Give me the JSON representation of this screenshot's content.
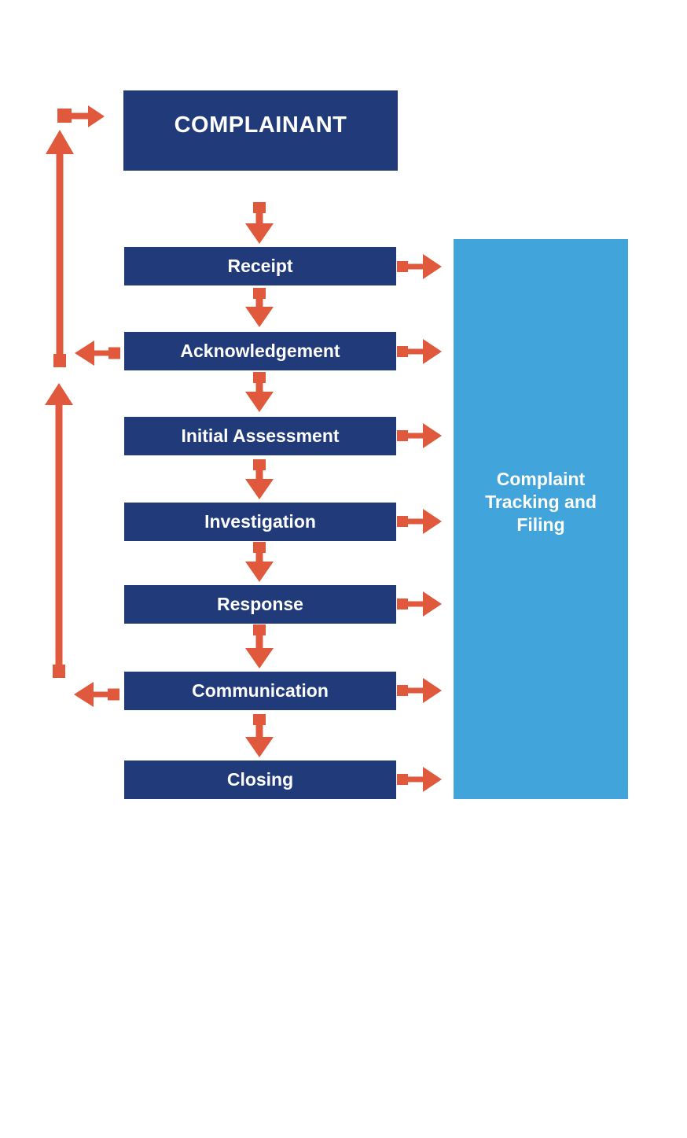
{
  "diagram": {
    "type": "flowchart",
    "title": "",
    "nodes": {
      "complainant": {
        "id": "complainant",
        "label": "COMPLAINANT"
      },
      "steps": [
        {
          "id": "receipt",
          "label": "Receipt"
        },
        {
          "id": "acknowledgement",
          "label": "Acknowledgement"
        },
        {
          "id": "initial-assessment",
          "label": "Initial Assessment"
        },
        {
          "id": "investigation",
          "label": "Investigation"
        },
        {
          "id": "response",
          "label": "Response"
        },
        {
          "id": "communication",
          "label": "Communication"
        },
        {
          "id": "closing",
          "label": "Closing"
        }
      ],
      "tracking": {
        "id": "complaint-tracking-and-filing",
        "label": "Complaint Tracking and Filing",
        "lines": [
          "Complaint",
          "Tracking and",
          "Filing"
        ]
      }
    },
    "edges": [
      {
        "from": "complainant",
        "to": "receipt",
        "type": "flow"
      },
      {
        "from": "receipt",
        "to": "acknowledgement",
        "type": "flow"
      },
      {
        "from": "acknowledgement",
        "to": "initial-assessment",
        "type": "flow"
      },
      {
        "from": "initial-assessment",
        "to": "investigation",
        "type": "flow"
      },
      {
        "from": "investigation",
        "to": "response",
        "type": "flow"
      },
      {
        "from": "response",
        "to": "communication",
        "type": "flow"
      },
      {
        "from": "communication",
        "to": "closing",
        "type": "flow"
      },
      {
        "from": "receipt",
        "to": "complaint-tracking-and-filing",
        "type": "log"
      },
      {
        "from": "acknowledgement",
        "to": "complaint-tracking-and-filing",
        "type": "log"
      },
      {
        "from": "initial-assessment",
        "to": "complaint-tracking-and-filing",
        "type": "log"
      },
      {
        "from": "investigation",
        "to": "complaint-tracking-and-filing",
        "type": "log"
      },
      {
        "from": "response",
        "to": "complaint-tracking-and-filing",
        "type": "log"
      },
      {
        "from": "communication",
        "to": "complaint-tracking-and-filing",
        "type": "log"
      },
      {
        "from": "closing",
        "to": "complaint-tracking-and-filing",
        "type": "log"
      },
      {
        "from": "acknowledgement",
        "to": "complainant",
        "type": "feedback"
      },
      {
        "from": "communication",
        "to": "complainant",
        "type": "feedback"
      }
    ],
    "colors": {
      "node_fill": "#203A7A",
      "node_text": "#FFFFFF",
      "arrow": "#E0593C",
      "tracking_fill": "#41A4DB",
      "tracking_text": "#FFFFFF",
      "background": "#FFFFFF"
    }
  }
}
